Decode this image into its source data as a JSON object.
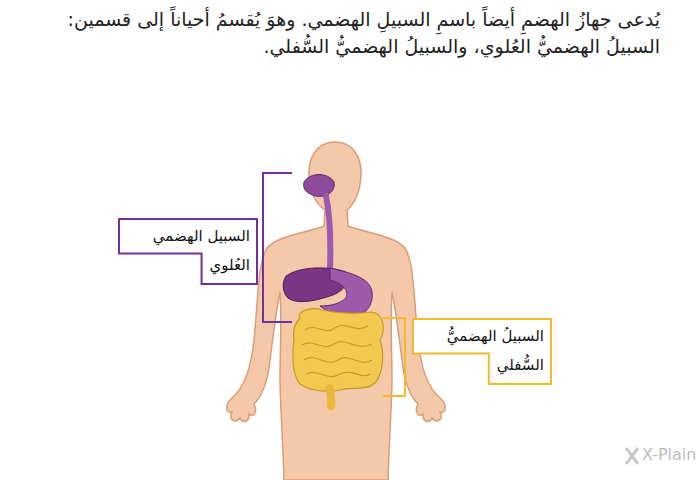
{
  "diagram": {
    "title": "يُدعى جهازُ الهضمِ أيضاً باسمِ السبيلِ الهضمي. وهوَ يُقسمُ أحياناً إلى قسمين: السبيلُ الهضميُّ العُلوي، والسبيلُ الهضميُّ السُّفلي.",
    "nodes": [
      {
        "text": [
          "السبيل الهضمي العُلوي"
        ]
      },
      {
        "text": [
          "السبيلُ الهضميُّ السُّفلي"
        ]
      }
    ],
    "labels": [
      "X-Plain"
    ]
  }
}
